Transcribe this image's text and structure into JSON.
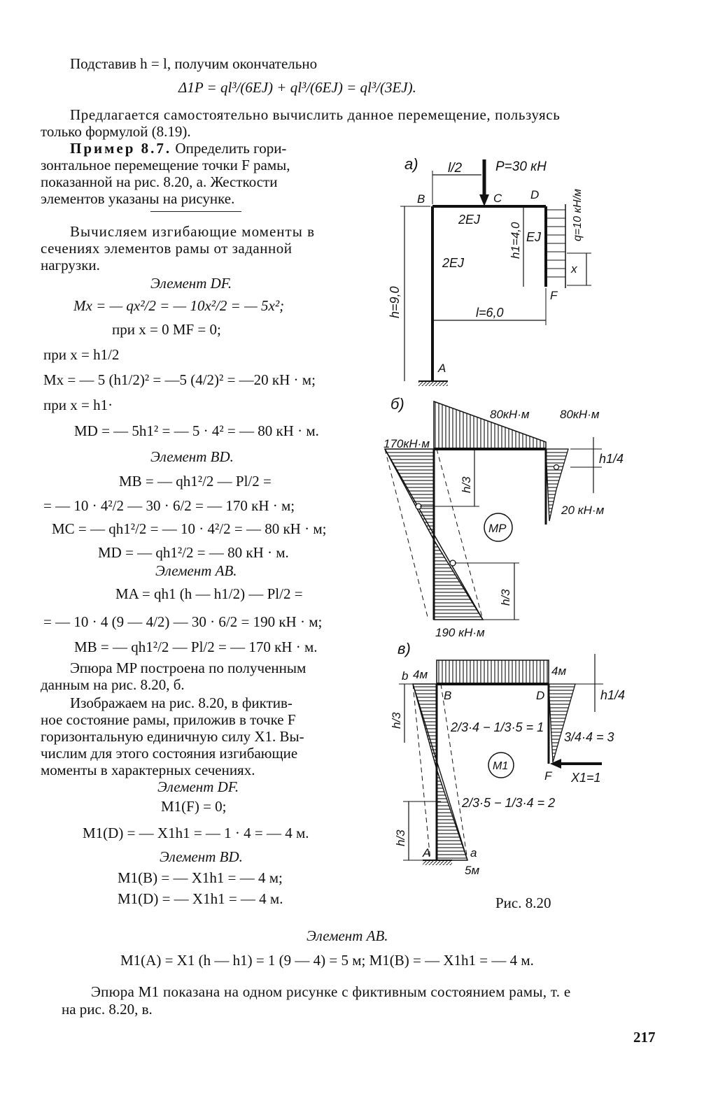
{
  "top": {
    "intro": "Подставив h = l, получим окончательно",
    "delta": "Δ1P = ql³/(6EJ) + ql³/(6EJ) = ql³/(3EJ).",
    "suggest_1": "Предлагается самостоятельно вычислить данное перемещение, пользуясь",
    "suggest_2": "только формулой (8.19)."
  },
  "example": {
    "label": "Пример 8.7.",
    "lines": [
      "Определить гори-",
      "зонтальное перемещение точки F рамы,",
      "показанной на рис. 8.20, а. Жесткости",
      "элементов указаны на рисунке."
    ]
  },
  "left": {
    "calc_intro": [
      "Вычисляем изгибающие моменты в",
      "сечениях элементов рамы от заданной",
      "нагрузки."
    ],
    "el_df": "Элемент DF.",
    "mx1": "Mx = — qx²/2 = — 10x²/2 = — 5x²;",
    "at_x0": "при x = 0     MF = 0;",
    "at_xh12": "при x = h1/2",
    "mx2": "Mx = — 5 (h1/2)² = —5 (4/2)² = —20 кН · м;",
    "at_xh1": "при x = h1·",
    "md1": "MD = — 5h1² = — 5 · 4² = — 80 кН · м.",
    "el_bd": "Элемент BD.",
    "mb1": "MB = — qh1²/2 — Pl/2 =",
    "mb1b": "= — 10 · 4²/2 — 30 · 6/2 = — 170 кН · м;",
    "mc": "MC = — qh1²/2 = — 10 · 4²/2 = — 80 кН · м;",
    "md2": "MD = — qh1²/2 = — 80 кН · м.",
    "el_ab": "Элемент AB.",
    "ma": "MA = qh1 (h — h1/2) — Pl/2 =",
    "mab": "= — 10 · 4 (9 — 4/2) — 30 · 6/2 = 190 кН · м;",
    "mb2": "MB = — qh1²/2 — Pl/2 = — 170 кН · м.",
    "para1": [
      "Эпюра MP построена по полученным",
      "данным на рис. 8.20, б."
    ],
    "para2": [
      "Изображаем на рис. 8.20, в фиктив-",
      "ное состояние рамы, приложив в точке F",
      "горизонтальную единичную силу X1. Вы-",
      "числим для этого состояния изгибающие",
      "моменты в характерных сечениях."
    ],
    "el_df2": "Элемент DF.",
    "m1f": "M1(F) = 0;",
    "m1d": "M1(D) = — X1h1 = — 1 · 4 = — 4 м.",
    "el_bd2": "Элемент BD.",
    "m1b": "M1(B) = — X1h1 = — 4 м;",
    "m1d2": "M1(D) = — X1h1 = — 4 м."
  },
  "bottom": {
    "el_ab3": "Элемент AB.",
    "m1a": "M1(A) = X1 (h — h1) = 1 (9 — 4) = 5 м;   M1(B) = — X1h1 = — 4 м.",
    "epura_1": "Эпюра M1 показана на одном рисунке с фиктивным состоянием рамы, т. е",
    "epura_2": "на рис. 8.20, в.",
    "page_number": "217"
  },
  "figure": {
    "caption": "Рис. 8.20",
    "a": {
      "label": "а)",
      "l2": "l/2",
      "P": "P=30 кН",
      "B": "B",
      "C": "C",
      "D": "D",
      "ei_top": "2EJ",
      "ei_right": "EJ",
      "ei_left": "2EJ",
      "h1": "h1=4,0",
      "q": "q=10 кН/м",
      "x": "x",
      "F": "F",
      "h": "h=9,0",
      "l": "l=6,0",
      "A": "A"
    },
    "b": {
      "label": "б)",
      "m170": "170кН·м",
      "m80a": "80кН·м",
      "m80b": "80кН·м",
      "h14": "h1/4",
      "h3a": "h/3",
      "mp": "MP",
      "m20": "20 кН·м",
      "h3b": "h/3",
      "m190": "190 кН·м"
    },
    "c": {
      "label": "в)",
      "b": "b",
      "m4a": "4м",
      "B": "B",
      "D": "D",
      "m4b": "4м",
      "h14": "h1/4",
      "h3a": "h/3",
      "frac1": "2/3·4 − 1/3·5 = 1",
      "frac2": "3/4·4 = 3",
      "m1": "M1",
      "F": "F",
      "X1": "X1=1",
      "frac3": "2/3·5 − 1/3·4 = 2",
      "h3b": "h/3",
      "A": "A",
      "a": "a",
      "m5": "5м"
    }
  }
}
